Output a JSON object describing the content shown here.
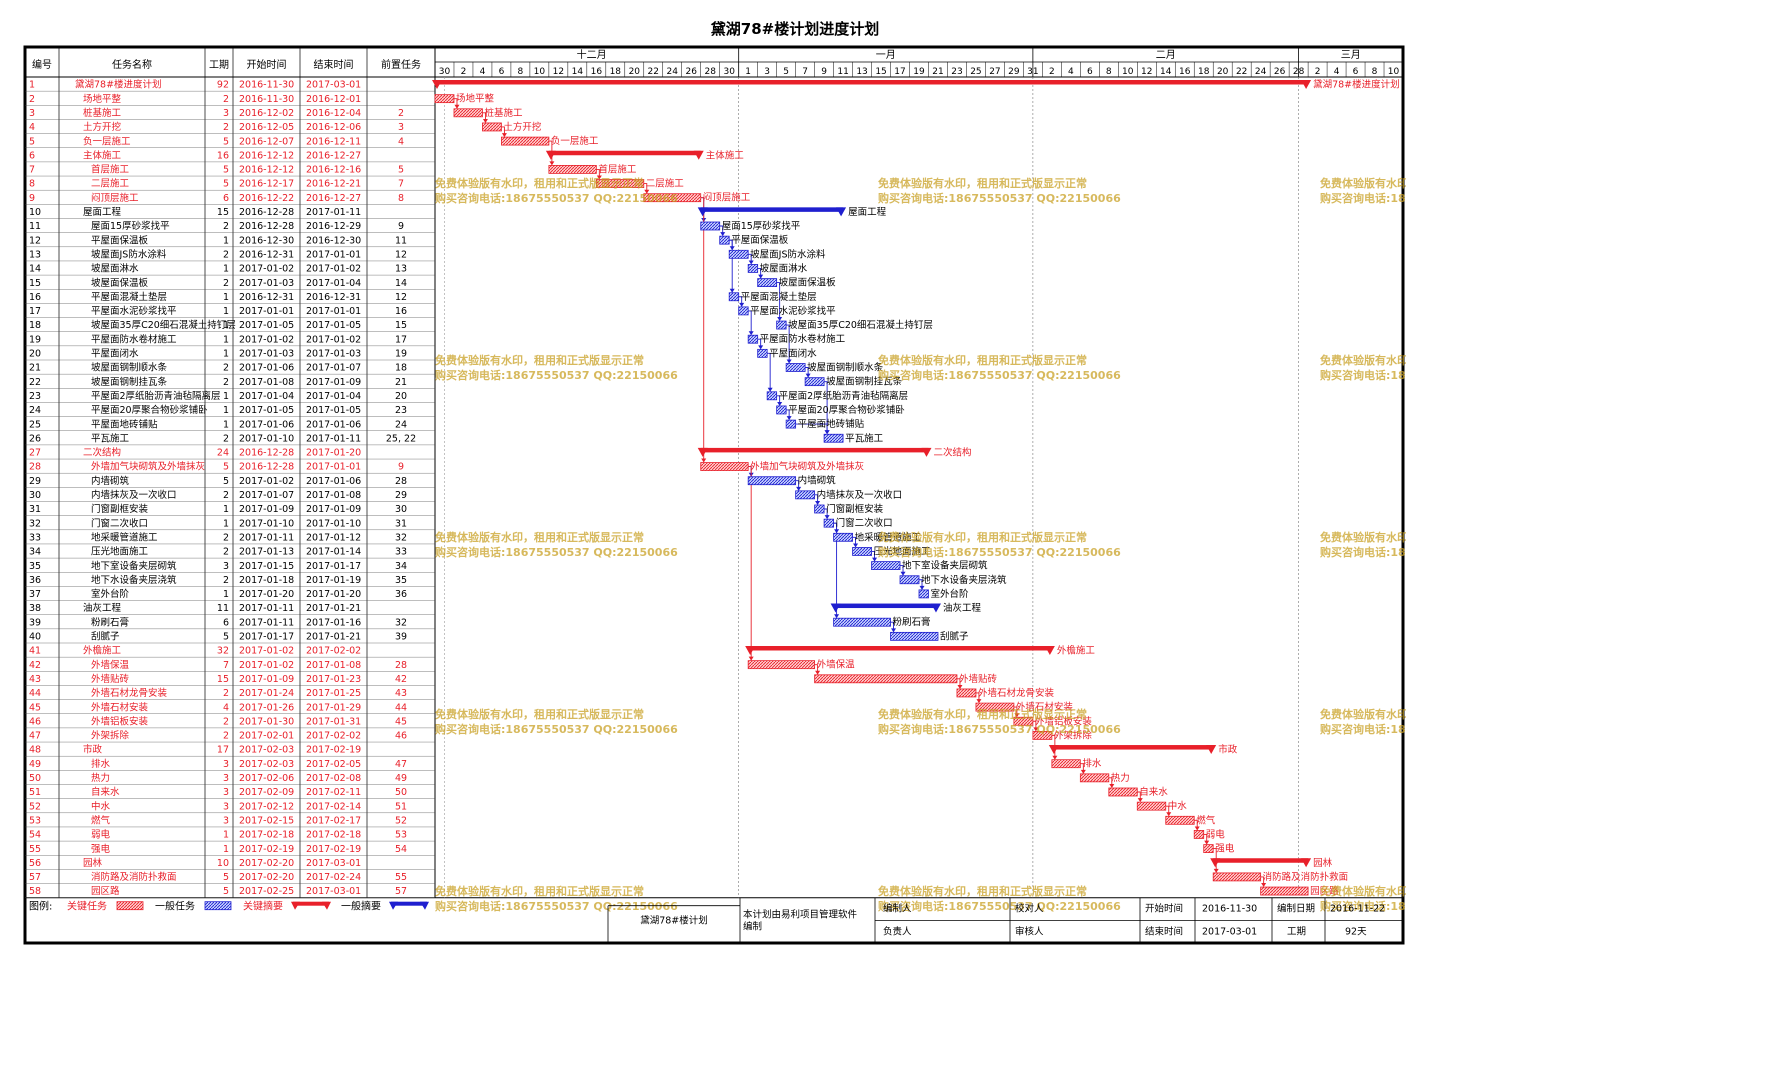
{
  "title": "黛湖78#楼计划进度计划",
  "columns": [
    "编号",
    "任务名称",
    "工期",
    "开始时间",
    "结束时间",
    "前置任务"
  ],
  "timeline": {
    "start": "2016-11-30",
    "end": "2017-03-11",
    "months": [
      {
        "label": "十二月",
        "start": "2016-12-01"
      },
      {
        "label": "一月",
        "start": "2017-01-01"
      },
      {
        "label": "二月",
        "start": "2017-02-01"
      },
      {
        "label": "三月",
        "start": "2017-03-01"
      }
    ],
    "day_ticks": [
      "30",
      "2",
      "4",
      "6",
      "8",
      "10",
      "12",
      "14",
      "16",
      "18",
      "20",
      "22",
      "24",
      "26",
      "28",
      "30",
      "1",
      "3",
      "5",
      "7",
      "9",
      "11",
      "13",
      "15",
      "17",
      "19",
      "21",
      "23",
      "25",
      "27",
      "29",
      "31",
      "2",
      "4",
      "6",
      "8",
      "10",
      "12",
      "14",
      "16",
      "18",
      "20",
      "22",
      "24",
      "26",
      "28",
      "2",
      "4",
      "6",
      "8",
      "10"
    ]
  },
  "chart_data": {
    "type": "gantt",
    "tasks": [
      {
        "id": "1",
        "name": "黛湖78#楼进度计划",
        "dur": "92",
        "start": "2016-11-30",
        "end": "2017-03-01",
        "pred": "",
        "level": 0,
        "crit": true,
        "sum": true
      },
      {
        "id": "2",
        "name": "场地平整",
        "dur": "2",
        "start": "2016-11-30",
        "end": "2016-12-01",
        "pred": "",
        "level": 1,
        "crit": true,
        "sum": false
      },
      {
        "id": "3",
        "name": "桩基施工",
        "dur": "3",
        "start": "2016-12-02",
        "end": "2016-12-04",
        "pred": "2",
        "level": 1,
        "crit": true,
        "sum": false
      },
      {
        "id": "4",
        "name": "土方开挖",
        "dur": "2",
        "start": "2016-12-05",
        "end": "2016-12-06",
        "pred": "3",
        "level": 1,
        "crit": true,
        "sum": false
      },
      {
        "id": "5",
        "name": "负一层施工",
        "dur": "5",
        "start": "2016-12-07",
        "end": "2016-12-11",
        "pred": "4",
        "level": 1,
        "crit": true,
        "sum": false
      },
      {
        "id": "6",
        "name": "主体施工",
        "dur": "16",
        "start": "2016-12-12",
        "end": "2016-12-27",
        "pred": "",
        "level": 1,
        "crit": true,
        "sum": true
      },
      {
        "id": "7",
        "name": "首层施工",
        "dur": "5",
        "start": "2016-12-12",
        "end": "2016-12-16",
        "pred": "5",
        "level": 2,
        "crit": true,
        "sum": false
      },
      {
        "id": "8",
        "name": "二层施工",
        "dur": "5",
        "start": "2016-12-17",
        "end": "2016-12-21",
        "pred": "7",
        "level": 2,
        "crit": true,
        "sum": false
      },
      {
        "id": "9",
        "name": "闷顶层施工",
        "dur": "6",
        "start": "2016-12-22",
        "end": "2016-12-27",
        "pred": "8",
        "level": 2,
        "crit": true,
        "sum": false
      },
      {
        "id": "10",
        "name": "屋面工程",
        "dur": "15",
        "start": "2016-12-28",
        "end": "2017-01-11",
        "pred": "",
        "level": 1,
        "crit": false,
        "sum": true
      },
      {
        "id": "11",
        "name": "屋面15厚砂浆找平",
        "dur": "2",
        "start": "2016-12-28",
        "end": "2016-12-29",
        "pred": "9",
        "level": 2,
        "crit": false,
        "sum": false
      },
      {
        "id": "12",
        "name": "平屋面保温板",
        "dur": "1",
        "start": "2016-12-30",
        "end": "2016-12-30",
        "pred": "11",
        "level": 2,
        "crit": false,
        "sum": false
      },
      {
        "id": "13",
        "name": "坡屋面JS防水涂料",
        "dur": "2",
        "start": "2016-12-31",
        "end": "2017-01-01",
        "pred": "12",
        "level": 2,
        "crit": false,
        "sum": false
      },
      {
        "id": "14",
        "name": "坡屋面淋水",
        "dur": "1",
        "start": "2017-01-02",
        "end": "2017-01-02",
        "pred": "13",
        "level": 2,
        "crit": false,
        "sum": false
      },
      {
        "id": "15",
        "name": "坡屋面保温板",
        "dur": "2",
        "start": "2017-01-03",
        "end": "2017-01-04",
        "pred": "14",
        "level": 2,
        "crit": false,
        "sum": false
      },
      {
        "id": "16",
        "name": "平屋面混凝土垫层",
        "dur": "1",
        "start": "2016-12-31",
        "end": "2016-12-31",
        "pred": "12",
        "level": 2,
        "crit": false,
        "sum": false
      },
      {
        "id": "17",
        "name": "平屋面水泥砂浆找平",
        "dur": "1",
        "start": "2017-01-01",
        "end": "2017-01-01",
        "pred": "16",
        "level": 2,
        "crit": false,
        "sum": false
      },
      {
        "id": "18",
        "name": "坡屋面35厚C20细石混凝土持钉层",
        "dur": "1",
        "start": "2017-01-05",
        "end": "2017-01-05",
        "pred": "15",
        "level": 2,
        "crit": false,
        "sum": false
      },
      {
        "id": "19",
        "name": "平屋面防水卷材施工",
        "dur": "1",
        "start": "2017-01-02",
        "end": "2017-01-02",
        "pred": "17",
        "level": 2,
        "crit": false,
        "sum": false
      },
      {
        "id": "20",
        "name": "平屋面闭水",
        "dur": "1",
        "start": "2017-01-03",
        "end": "2017-01-03",
        "pred": "19",
        "level": 2,
        "crit": false,
        "sum": false
      },
      {
        "id": "21",
        "name": "坡屋面钢制顺水条",
        "dur": "2",
        "start": "2017-01-06",
        "end": "2017-01-07",
        "pred": "18",
        "level": 2,
        "crit": false,
        "sum": false
      },
      {
        "id": "22",
        "name": "坡屋面钢制挂瓦条",
        "dur": "2",
        "start": "2017-01-08",
        "end": "2017-01-09",
        "pred": "21",
        "level": 2,
        "crit": false,
        "sum": false
      },
      {
        "id": "23",
        "name": "平屋面2厚纸胎沥青油毡隔离层",
        "dur": "1",
        "start": "2017-01-04",
        "end": "2017-01-04",
        "pred": "20",
        "level": 2,
        "crit": false,
        "sum": false
      },
      {
        "id": "24",
        "name": "平屋面20厚聚合物砂浆铺卧",
        "dur": "1",
        "start": "2017-01-05",
        "end": "2017-01-05",
        "pred": "23",
        "level": 2,
        "crit": false,
        "sum": false
      },
      {
        "id": "25",
        "name": "平屋面地砖铺贴",
        "dur": "1",
        "start": "2017-01-06",
        "end": "2017-01-06",
        "pred": "24",
        "level": 2,
        "crit": false,
        "sum": false
      },
      {
        "id": "26",
        "name": "平瓦施工",
        "dur": "2",
        "start": "2017-01-10",
        "end": "2017-01-11",
        "pred": "25, 22",
        "level": 2,
        "crit": false,
        "sum": false
      },
      {
        "id": "27",
        "name": "二次结构",
        "dur": "24",
        "start": "2016-12-28",
        "end": "2017-01-20",
        "pred": "",
        "level": 1,
        "crit": true,
        "sum": true
      },
      {
        "id": "28",
        "name": "外墙加气块砌筑及外墙抹灰",
        "dur": "5",
        "start": "2016-12-28",
        "end": "2017-01-01",
        "pred": "9",
        "level": 2,
        "crit": true,
        "sum": false
      },
      {
        "id": "29",
        "name": "内墙砌筑",
        "dur": "5",
        "start": "2017-01-02",
        "end": "2017-01-06",
        "pred": "28",
        "level": 2,
        "crit": false,
        "sum": false
      },
      {
        "id": "30",
        "name": "内墙抹灰及一次收口",
        "dur": "2",
        "start": "2017-01-07",
        "end": "2017-01-08",
        "pred": "29",
        "level": 2,
        "crit": false,
        "sum": false
      },
      {
        "id": "31",
        "name": "门窗副框安装",
        "dur": "1",
        "start": "2017-01-09",
        "end": "2017-01-09",
        "pred": "30",
        "level": 2,
        "crit": false,
        "sum": false
      },
      {
        "id": "32",
        "name": "门窗二次收口",
        "dur": "1",
        "start": "2017-01-10",
        "end": "2017-01-10",
        "pred": "31",
        "level": 2,
        "crit": false,
        "sum": false
      },
      {
        "id": "33",
        "name": "地采暖管道施工",
        "dur": "2",
        "start": "2017-01-11",
        "end": "2017-01-12",
        "pred": "32",
        "level": 2,
        "crit": false,
        "sum": false
      },
      {
        "id": "34",
        "name": "压光地面施工",
        "dur": "2",
        "start": "2017-01-13",
        "end": "2017-01-14",
        "pred": "33",
        "level": 2,
        "crit": false,
        "sum": false
      },
      {
        "id": "35",
        "name": "地下室设备夹层砌筑",
        "dur": "3",
        "start": "2017-01-15",
        "end": "2017-01-17",
        "pred": "34",
        "level": 2,
        "crit": false,
        "sum": false
      },
      {
        "id": "36",
        "name": "地下水设备夹层浇筑",
        "dur": "2",
        "start": "2017-01-18",
        "end": "2017-01-19",
        "pred": "35",
        "level": 2,
        "crit": false,
        "sum": false
      },
      {
        "id": "37",
        "name": "室外台阶",
        "dur": "1",
        "start": "2017-01-20",
        "end": "2017-01-20",
        "pred": "36",
        "level": 2,
        "crit": false,
        "sum": false
      },
      {
        "id": "38",
        "name": "油灰工程",
        "dur": "11",
        "start": "2017-01-11",
        "end": "2017-01-21",
        "pred": "",
        "level": 1,
        "crit": false,
        "sum": true
      },
      {
        "id": "39",
        "name": "粉刷石膏",
        "dur": "6",
        "start": "2017-01-11",
        "end": "2017-01-16",
        "pred": "32",
        "level": 2,
        "crit": false,
        "sum": false
      },
      {
        "id": "40",
        "name": "刮腻子",
        "dur": "5",
        "start": "2017-01-17",
        "end": "2017-01-21",
        "pred": "39",
        "level": 2,
        "crit": false,
        "sum": false
      },
      {
        "id": "41",
        "name": "外檐施工",
        "dur": "32",
        "start": "2017-01-02",
        "end": "2017-02-02",
        "pred": "",
        "level": 1,
        "crit": true,
        "sum": true
      },
      {
        "id": "42",
        "name": "外墙保温",
        "dur": "7",
        "start": "2017-01-02",
        "end": "2017-01-08",
        "pred": "28",
        "level": 2,
        "crit": true,
        "sum": false
      },
      {
        "id": "43",
        "name": "外墙贴砖",
        "dur": "15",
        "start": "2017-01-09",
        "end": "2017-01-23",
        "pred": "42",
        "level": 2,
        "crit": true,
        "sum": false
      },
      {
        "id": "44",
        "name": "外墙石材龙骨安装",
        "dur": "2",
        "start": "2017-01-24",
        "end": "2017-01-25",
        "pred": "43",
        "level": 2,
        "crit": true,
        "sum": false
      },
      {
        "id": "45",
        "name": "外墙石材安装",
        "dur": "4",
        "start": "2017-01-26",
        "end": "2017-01-29",
        "pred": "44",
        "level": 2,
        "crit": true,
        "sum": false
      },
      {
        "id": "46",
        "name": "外墙铝板安装",
        "dur": "2",
        "start": "2017-01-30",
        "end": "2017-01-31",
        "pred": "45",
        "level": 2,
        "crit": true,
        "sum": false
      },
      {
        "id": "47",
        "name": "外架拆除",
        "dur": "2",
        "start": "2017-02-01",
        "end": "2017-02-02",
        "pred": "46",
        "level": 2,
        "crit": true,
        "sum": false
      },
      {
        "id": "48",
        "name": "市政",
        "dur": "17",
        "start": "2017-02-03",
        "end": "2017-02-19",
        "pred": "",
        "level": 1,
        "crit": true,
        "sum": true
      },
      {
        "id": "49",
        "name": "排水",
        "dur": "3",
        "start": "2017-02-03",
        "end": "2017-02-05",
        "pred": "47",
        "level": 2,
        "crit": true,
        "sum": false
      },
      {
        "id": "50",
        "name": "热力",
        "dur": "3",
        "start": "2017-02-06",
        "end": "2017-02-08",
        "pred": "49",
        "level": 2,
        "crit": true,
        "sum": false
      },
      {
        "id": "51",
        "name": "自来水",
        "dur": "3",
        "start": "2017-02-09",
        "end": "2017-02-11",
        "pred": "50",
        "level": 2,
        "crit": true,
        "sum": false
      },
      {
        "id": "52",
        "name": "中水",
        "dur": "3",
        "start": "2017-02-12",
        "end": "2017-02-14",
        "pred": "51",
        "level": 2,
        "crit": true,
        "sum": false
      },
      {
        "id": "53",
        "name": "燃气",
        "dur": "3",
        "start": "2017-02-15",
        "end": "2017-02-17",
        "pred": "52",
        "level": 2,
        "crit": true,
        "sum": false
      },
      {
        "id": "54",
        "name": "弱电",
        "dur": "1",
        "start": "2017-02-18",
        "end": "2017-02-18",
        "pred": "53",
        "level": 2,
        "crit": true,
        "sum": false
      },
      {
        "id": "55",
        "name": "强电",
        "dur": "1",
        "start": "2017-02-19",
        "end": "2017-02-19",
        "pred": "54",
        "level": 2,
        "crit": true,
        "sum": false
      },
      {
        "id": "56",
        "name": "园林",
        "dur": "10",
        "start": "2017-02-20",
        "end": "2017-03-01",
        "pred": "",
        "level": 1,
        "crit": true,
        "sum": true
      },
      {
        "id": "57",
        "name": "消防路及消防扑救面",
        "dur": "5",
        "start": "2017-02-20",
        "end": "2017-02-24",
        "pred": "55",
        "level": 2,
        "crit": true,
        "sum": false
      },
      {
        "id": "58",
        "name": "园区路",
        "dur": "5",
        "start": "2017-02-25",
        "end": "2017-03-01",
        "pred": "57",
        "level": 2,
        "crit": true,
        "sum": false
      }
    ]
  },
  "legend": {
    "label": "图例:",
    "items": [
      {
        "label": "关键任务",
        "kind": "bar",
        "color": "#e8202a",
        "text_color": "#e8202a"
      },
      {
        "label": "一般任务",
        "kind": "bar",
        "color": "#1f1fcf",
        "text_color": "#000000"
      },
      {
        "label": "关键摘要",
        "kind": "summary",
        "color": "#e8202a",
        "text_color": "#e8202a"
      },
      {
        "label": "一般摘要",
        "kind": "summary",
        "color": "#1f1fcf",
        "text_color": "#000000"
      }
    ]
  },
  "footer": {
    "project": "黛湖78#楼计划",
    "note": "本计划由易利项目管理软件编制",
    "bianzhi": "编制人",
    "xiaodui": "校对人",
    "fuze": "负责人",
    "shenhe": "审核人",
    "start_label": "开始时间",
    "start_value": "2016-11-30",
    "end_label": "结束时间",
    "end_value": "2017-03-01",
    "date_label": "编制日期",
    "date_value": "2016-11-22",
    "period_label": "工期",
    "period_value": "92天"
  },
  "watermark": {
    "line1": "免费体验版有水印，租用和正式版显示正常",
    "line2": "购买咨询电话:18675550537 QQ:22150066"
  },
  "colors": {
    "critical": "#e8202a",
    "normal": "#1f1fcf",
    "watermark": "#c9a227"
  }
}
